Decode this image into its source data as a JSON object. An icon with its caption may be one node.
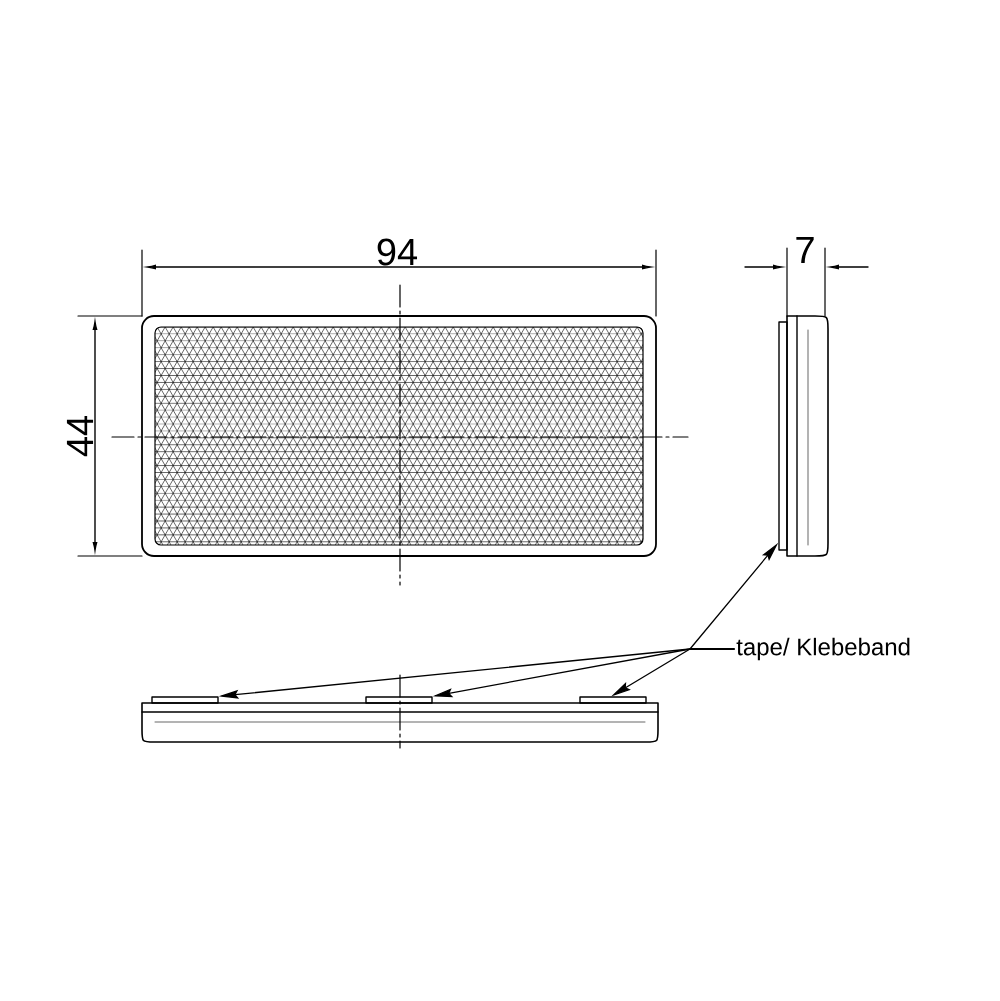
{
  "diagram": {
    "nodes": [
      {
        "text": [
          "tape/ Klebeband"
        ]
      },
      {
        "text": [],
        "shape": "bar"
      },
      {
        "text": [],
        "shape": "bar"
      },
      {
        "text": [],
        "shape": "bar"
      },
      {
        "text": [],
        "shape": "bar"
      }
    ],
    "edges": [
      {
        "from": 0,
        "to": 1,
        "arrow": "to"
      },
      {
        "from": 0,
        "to": 2,
        "arrow": "to"
      },
      {
        "from": 0,
        "to": 3,
        "arrow": "to"
      },
      {
        "from": 0,
        "to": 4,
        "arrow": "to"
      }
    ],
    "labels": [
      "94",
      "44",
      "7"
    ]
  }
}
